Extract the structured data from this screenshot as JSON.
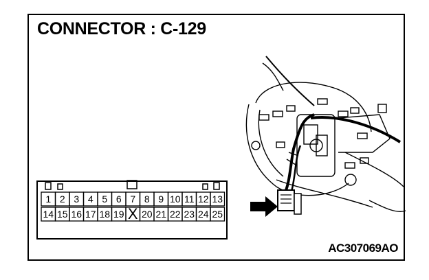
{
  "title": "CONNECTOR : C-129",
  "reference_code": "AC307069AO",
  "connector": {
    "row1": [
      "1",
      "2",
      "3",
      "4",
      "5",
      "6",
      "7",
      "8",
      "9",
      "10",
      "11",
      "12",
      "13"
    ],
    "row2": [
      "14",
      "15",
      "16",
      "17",
      "18",
      "19",
      "",
      "20",
      "21",
      "22",
      "23",
      "24",
      "25"
    ],
    "empty_cavity_marker": "X"
  }
}
